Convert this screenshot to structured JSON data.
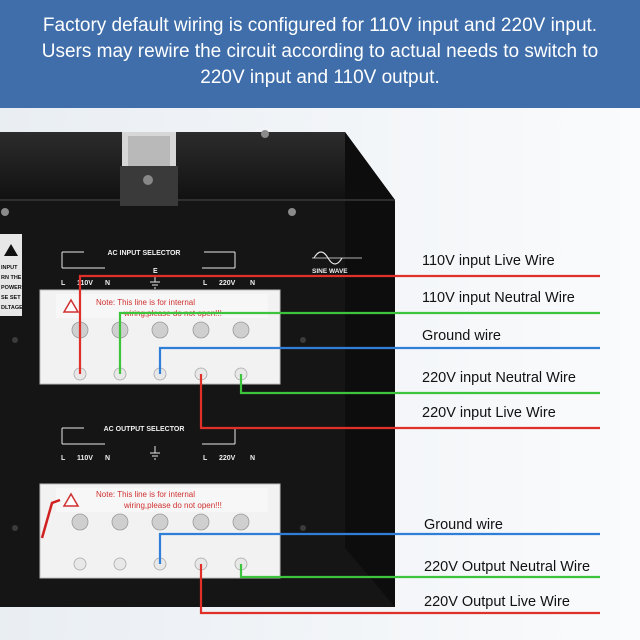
{
  "header": {
    "lines": [
      "Factory default wiring is configured for 110V input and 220V input.",
      "Users may rewire the circuit according to actual needs to switch to",
      "220V input and 110V output."
    ]
  },
  "panel": {
    "input_selector_title": "AC INPUT SELECTOR",
    "output_selector_title": "AC OUTPUT SELECTOR",
    "sine_wave_label": "SINE WAVE",
    "terminal_labels": {
      "l_left": "L",
      "v110": "110V",
      "n_left": "N",
      "e": "E",
      "l_right": "L",
      "v220": "220V",
      "n_right": "N"
    },
    "warning_lines": [
      "Note: This line is for internal",
      "wiring,please do not open!!!"
    ],
    "side_warning": [
      "INPUT",
      "RN THE",
      "POWER",
      "SE SET",
      "DLTAGE"
    ]
  },
  "callouts": {
    "input_live": "110V input Live Wire",
    "input_neutral": "110V input Neutral Wire",
    "ground_top": "Ground wire",
    "v220_neutral": "220V input Neutral Wire",
    "v220_live": "220V input Live Wire",
    "ground_bottom": "Ground wire",
    "out_neutral": "220V Output Neutral Wire",
    "out_live": "220V Output Live Wire"
  },
  "colors": {
    "banner": "#3f6eaa",
    "live_wire": "#e0302a",
    "neutral_wire": "#3cc43c",
    "ground_wire": "#2f7fd8",
    "box": "#151515"
  }
}
